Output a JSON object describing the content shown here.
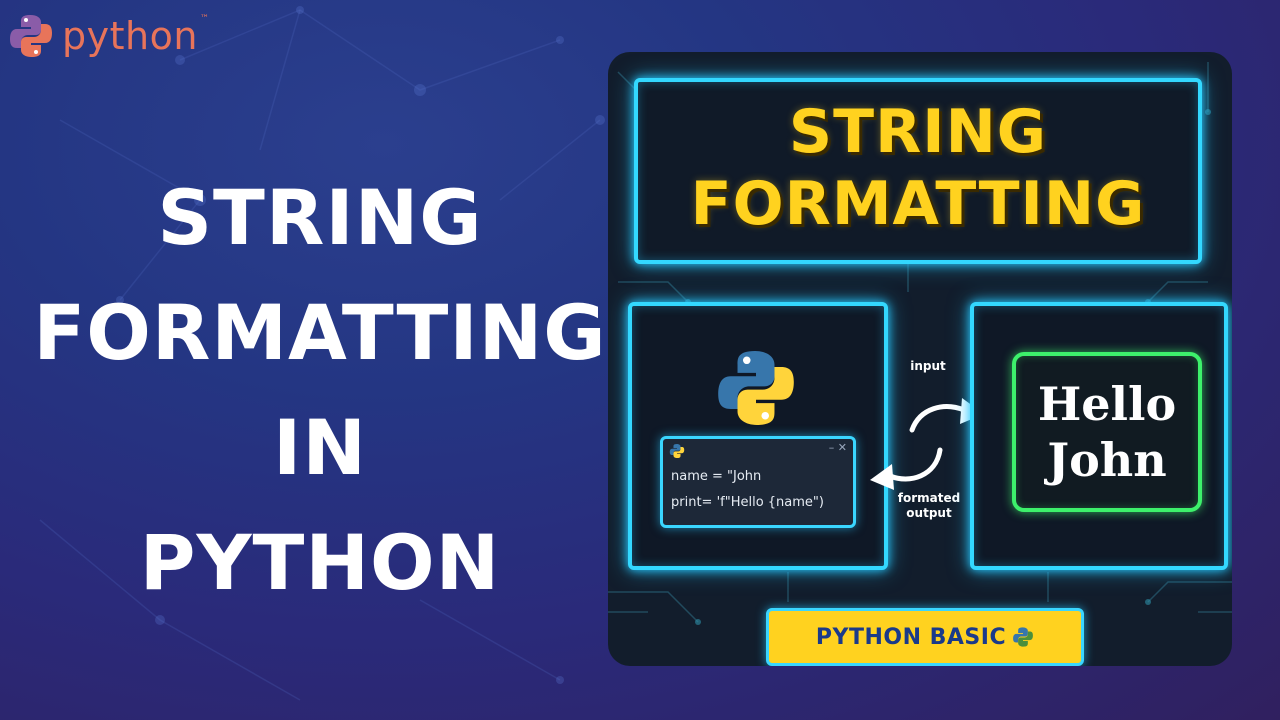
{
  "brand": {
    "word": "python",
    "tm": "™",
    "logo_icon": "python-logo-icon"
  },
  "left_title": {
    "lines": [
      "STRING",
      "FORMATTING",
      "IN",
      "PYTHON"
    ]
  },
  "card": {
    "title_lines": [
      "STRING",
      "FORMATTING"
    ],
    "code": {
      "line1": "name = \"John",
      "line2": "print= 'f\"Hello {name\")",
      "window_controls": "–  ✕",
      "icon": "python-logo-icon"
    },
    "arrow_labels": {
      "input": "input",
      "output_line1": "formated",
      "output_line2": "output"
    },
    "output": {
      "line1": "Hello",
      "line2": "John"
    },
    "badge": {
      "label": "PYTHON BASIC",
      "icon": "python-logo-icon"
    }
  },
  "colors": {
    "neon_blue": "#33d8ff",
    "neon_green": "#3df06b",
    "title_yellow": "#ffd21f",
    "brand_orange": "#e8745a",
    "python_blue": "#3776ab",
    "python_yellow": "#ffd43b"
  }
}
